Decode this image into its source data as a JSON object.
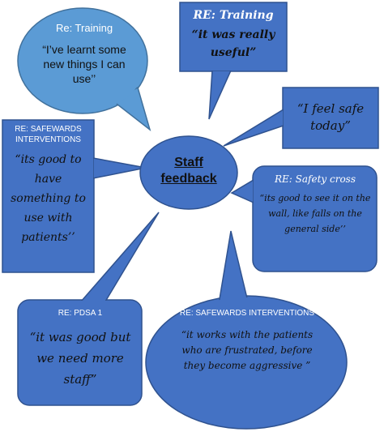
{
  "center": {
    "title_line1": "Staff",
    "title_line2": "feedback"
  },
  "bubbles": [
    {
      "id": "b1",
      "label": "Re: Training",
      "quote": "“I’ve learnt some new things I can use’’"
    },
    {
      "id": "b2",
      "label": "RE: Training",
      "quote": "“it was really useful”"
    },
    {
      "id": "b3",
      "label": "",
      "quote": "“I feel safe today”"
    },
    {
      "id": "b4",
      "label": "RE: SAFEWARDS INTERVENTIONS",
      "quote": "“its good to have something to use with patients’’"
    },
    {
      "id": "b5",
      "label": "RE: Safety cross",
      "quote": "“its good to see it on the wall, like falls on the general side’’"
    },
    {
      "id": "b6",
      "label": "RE: PDSA 1",
      "quote": "“it was good but we need more staff”"
    },
    {
      "id": "b7",
      "label": "RE: SAFEWARDS INTERVENTIONS",
      "quote": "“it works with the patients who are frustrated, before they become aggressive ”"
    }
  ],
  "colors": {
    "light_blue": "#5b9bd5",
    "mid_blue": "#4472c4",
    "outline": "#2f4f8f"
  }
}
